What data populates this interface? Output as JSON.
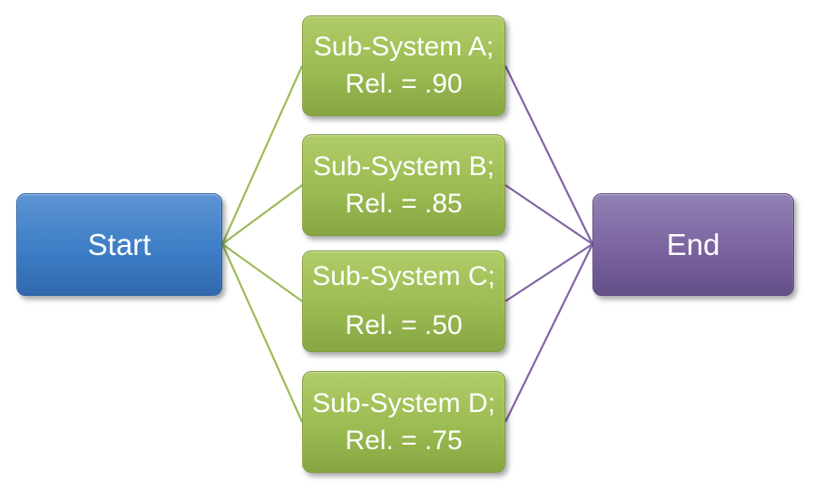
{
  "diagram": {
    "nodes": {
      "start": {
        "label": "Start"
      },
      "end": {
        "label": "End"
      },
      "subsystems": [
        {
          "lines": [
            "Sub-System A;",
            "Rel. = .90"
          ]
        },
        {
          "lines": [
            "Sub-System B;",
            "Rel. = .85"
          ]
        },
        {
          "lines": [
            "Sub-System C;",
            "Rel. = .50"
          ],
          "wide_gap": true
        },
        {
          "lines": [
            "Sub-System D;",
            "Rel. = .75"
          ]
        }
      ]
    },
    "edges": [
      {
        "from": "start",
        "to": "sub-a"
      },
      {
        "from": "start",
        "to": "sub-b"
      },
      {
        "from": "start",
        "to": "sub-c"
      },
      {
        "from": "start",
        "to": "sub-d"
      },
      {
        "from": "sub-a",
        "to": "end"
      },
      {
        "from": "sub-b",
        "to": "end"
      },
      {
        "from": "sub-c",
        "to": "end"
      },
      {
        "from": "sub-d",
        "to": "end"
      }
    ],
    "colors": {
      "page_bg": "#ffffff",
      "node_text": "#ffffff",
      "start_top": "#5d94d3",
      "start_mid": "#3d7ec6",
      "start_bottom": "#3168ae",
      "start_border": "#2b61a5",
      "green_top": "#b0cc68",
      "green_mid": "#9cbb52",
      "green_bottom": "#86a643",
      "green_border": "#7e9c3d",
      "purple_top": "#9181b5",
      "purple_mid": "#7b639f",
      "purple_bottom": "#645089",
      "purple_border": "#5a4480",
      "connector_green": "#9bbb59",
      "connector_purple": "#8064a2"
    }
  }
}
